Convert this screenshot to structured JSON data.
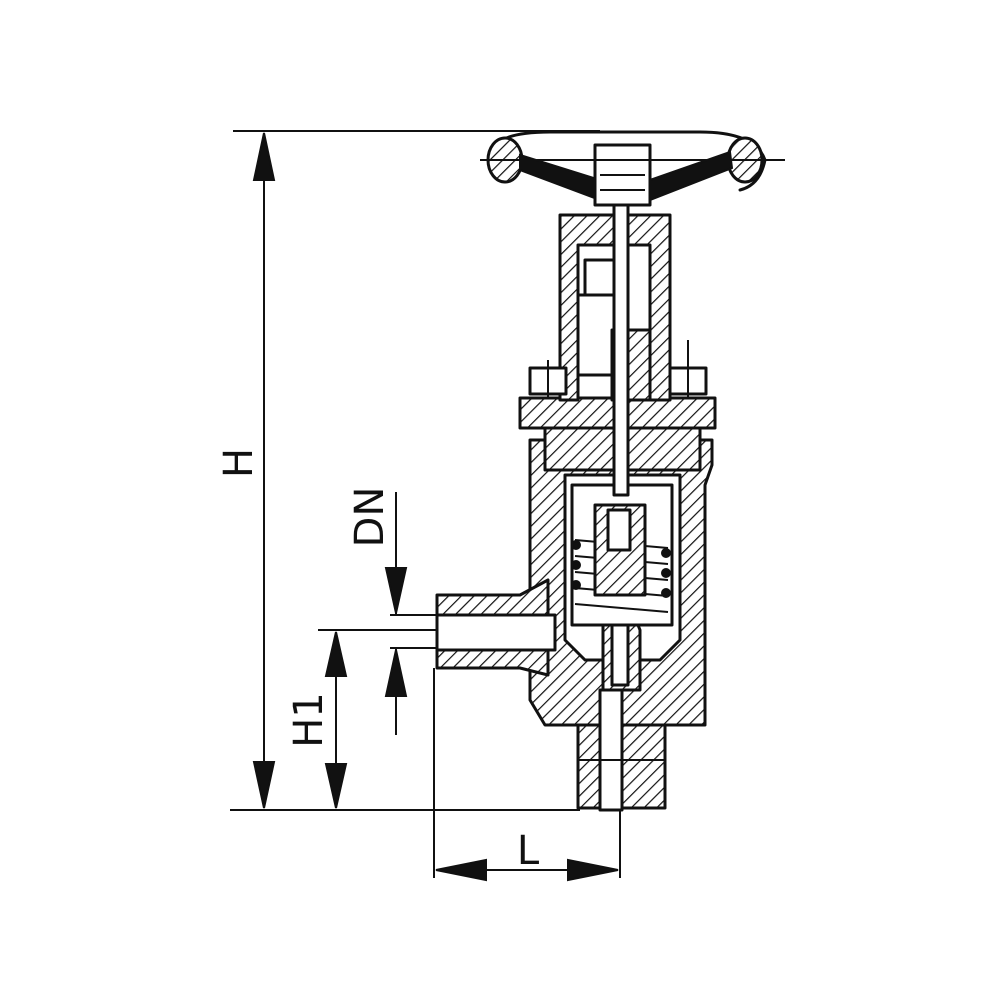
{
  "dimensions": {
    "height_label": "H",
    "height1_label": "H1",
    "nominal_diameter_label": "DN",
    "length_label": "L"
  }
}
